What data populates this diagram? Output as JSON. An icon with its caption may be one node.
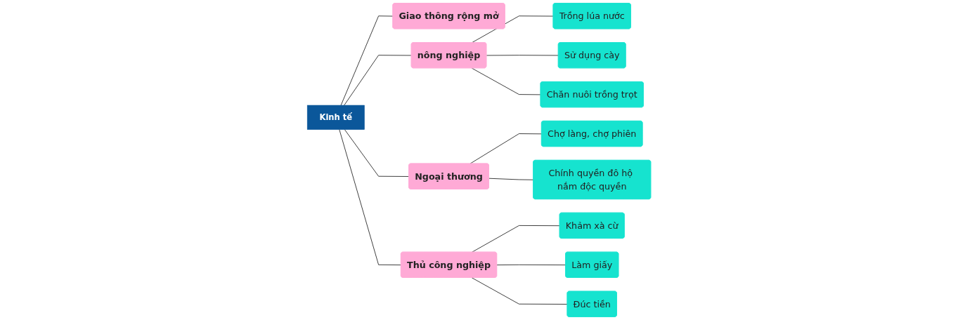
{
  "diagram": {
    "nodes": [
      {
        "text": [
          "Kinh tế"
        ]
      },
      {
        "text": [
          "Giao thông rộng mở"
        ]
      },
      {
        "text": [
          "nông nghiệp"
        ]
      },
      {
        "text": [
          "Trồng lúa nước"
        ]
      },
      {
        "text": [
          "Sử dụng cày"
        ]
      },
      {
        "text": [
          "Chăn nuôi trồng trọt"
        ]
      },
      {
        "text": [
          "Ngoại thương"
        ]
      },
      {
        "text": [
          "Chợ làng, chợ phiên"
        ]
      },
      {
        "text": [
          "Chính quyền đô hộ nắm độc quyền"
        ]
      },
      {
        "text": [
          "Thủ công nghiệp"
        ]
      },
      {
        "text": [
          "Khảm xà cừ"
        ]
      },
      {
        "text": [
          "Làm giấy"
        ]
      },
      {
        "text": [
          "Đúc tiền"
        ]
      }
    ],
    "edges": [
      {
        "from": 0,
        "to": 1,
        "arrow": "none"
      },
      {
        "from": 0,
        "to": 2,
        "arrow": "none"
      },
      {
        "from": 2,
        "to": 3,
        "arrow": "none"
      },
      {
        "from": 2,
        "to": 4,
        "arrow": "none"
      },
      {
        "from": 2,
        "to": 5,
        "arrow": "none"
      },
      {
        "from": 0,
        "to": 6,
        "arrow": "none"
      },
      {
        "from": 6,
        "to": 7,
        "arrow": "none"
      },
      {
        "from": 6,
        "to": 8,
        "arrow": "none"
      },
      {
        "from": 0,
        "to": 9,
        "arrow": "none"
      },
      {
        "from": 9,
        "to": 10,
        "arrow": "none"
      },
      {
        "from": 9,
        "to": 11,
        "arrow": "none"
      },
      {
        "from": 9,
        "to": 12,
        "arrow": "none"
      }
    ]
  }
}
